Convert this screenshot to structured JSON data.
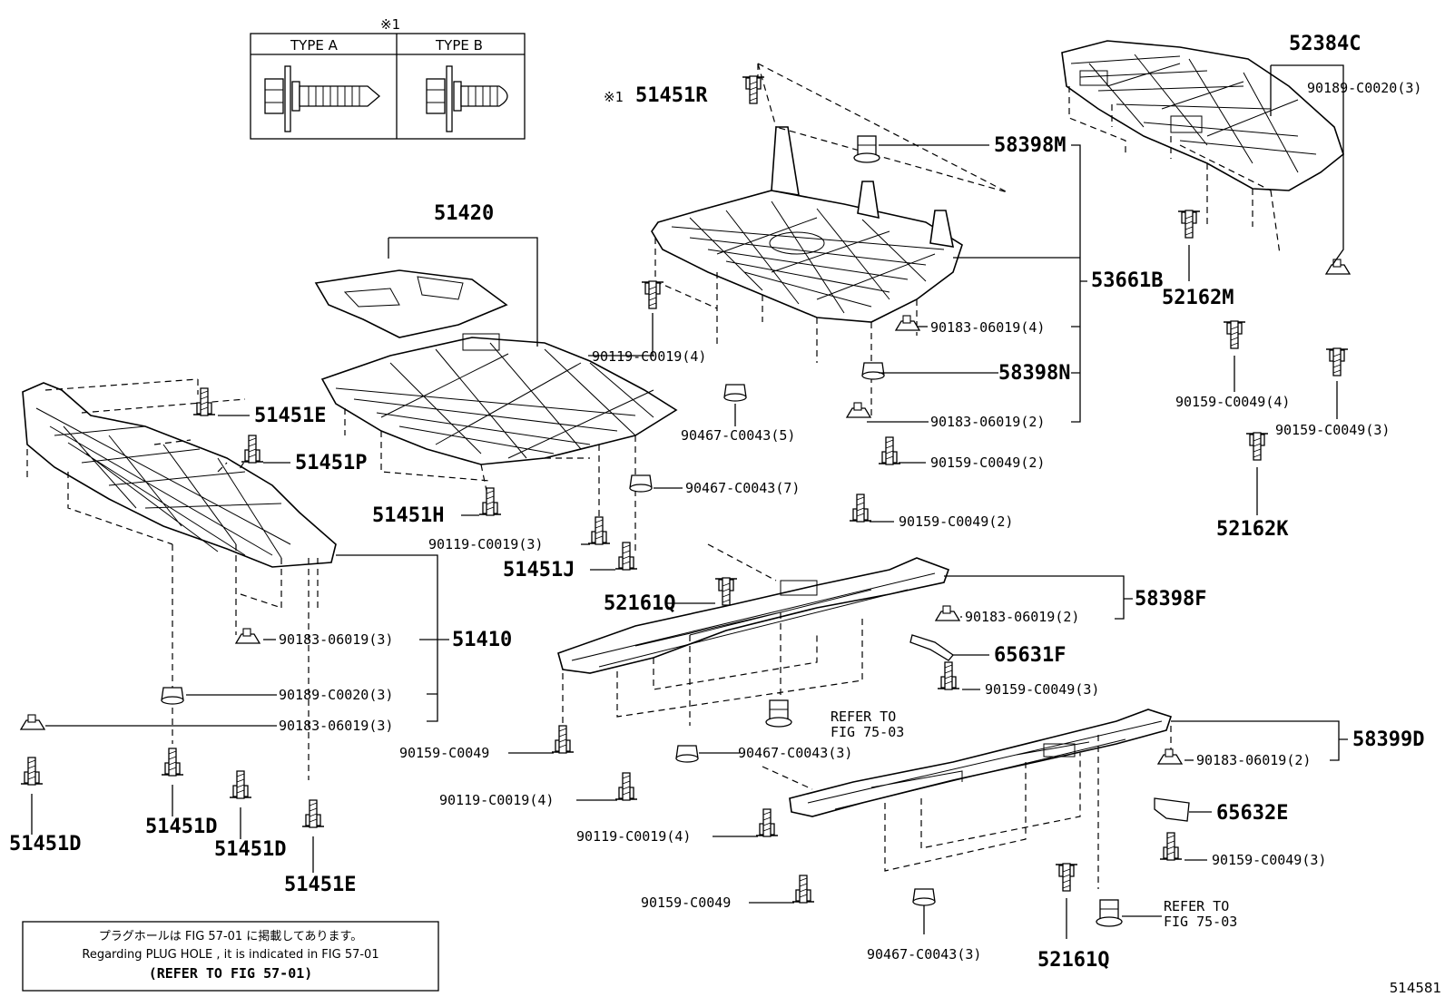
{
  "type_table": {
    "marker": "※1",
    "type_a": "TYPE A",
    "type_b": "TYPE B"
  },
  "labels": {
    "p52384C": "52384C",
    "p90189_3": "90189-C0020(3)",
    "p51451R": "51451R",
    "p51451R_mark": "※1",
    "p58398M": "58398M",
    "p51420": "51420",
    "p53661B": "53661B",
    "p52162M": "52162M",
    "p90183_4": "90183-06019(4)",
    "p90119_4a": "90119-C0019(4)",
    "p58398N": "58398N",
    "p51451E_a": "51451E",
    "p90159_4": "90159-C0049(4)",
    "p90183_2a": "90183-06019(2)",
    "p90159_3a": "90159-C0049(3)",
    "p90467_5": "90467-C0043(5)",
    "p51451P": "51451P",
    "p90159_2a": "90159-C0049(2)",
    "p90467_7": "90467-C0043(7)",
    "p51451H": "51451H",
    "p90159_2b": "90159-C0049(2)",
    "p52162K": "52162K",
    "p90119_3": "90119-C0019(3)",
    "p51451J": "51451J",
    "p52161Q_a": "52161Q",
    "p58398F": "58398F",
    "p90183_2b": "90183-06019(2)",
    "p90183_3a": "90183-06019(3)",
    "p51410": "51410",
    "p65631F": "65631F",
    "p90159_3b": "90159-C0049(3)",
    "p90189_3b": "90189-C0020(3)",
    "p90183_3b": "90183-06019(3)",
    "p_refer1a": "REFER TO",
    "p_refer1b": "FIG 75-03",
    "p58399D": "58399D",
    "p90159_single_a": "90159-C0049",
    "p90467_3a": "90467-C0043(3)",
    "p90183_2c": "90183-06019(2)",
    "p90119_4b": "90119-C0019(4)",
    "p65632E": "65632E",
    "p51451D_a": "51451D",
    "p51451D_b": "51451D",
    "p51451D_c": "51451D",
    "p90119_4c": "90119-C0019(4)",
    "p90159_3c": "90159-C0049(3)",
    "p51451E_b": "51451E",
    "p90159_single_b": "90159-C0049",
    "p_refer2a": "REFER TO",
    "p_refer2b": "FIG 75-03",
    "p90467_3b": "90467-C0043(3)",
    "p52161Q_b": "52161Q"
  },
  "note": {
    "line1": "プラグホールは FIG 57-01 に掲載してあります。",
    "line2": "Regarding  PLUG  HOLE , it is indicated in FIG  57-01",
    "line3": "(REFER TO FIG 57-01)"
  },
  "figure_id": "514581"
}
